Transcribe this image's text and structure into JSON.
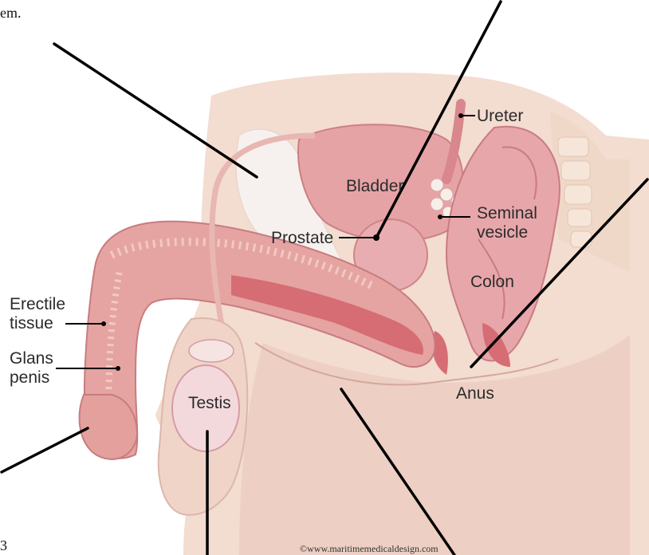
{
  "header_fragment": "em.",
  "corner_text": "3",
  "credit": "©www.maritimemedicaldesign.com",
  "labels": {
    "ureter": "Ureter",
    "bladder": "Bladder",
    "seminal_line1": "Seminal",
    "seminal_line2": "vesicle",
    "prostate": "Prostate",
    "colon": "Colon",
    "erectile_line1": "Erectile",
    "erectile_line2": "tissue",
    "glans_line1": "Glans",
    "glans_line2": "penis",
    "testis": "Testis",
    "anus": "Anus"
  },
  "colors": {
    "skin": "#f3dcd0",
    "skin_dark": "#e7c0b3",
    "organ_pink": "#e6a3a6",
    "organ_dark": "#c9646f",
    "tissue_red": "#d66d74",
    "white_space": "#f6f1ee"
  }
}
